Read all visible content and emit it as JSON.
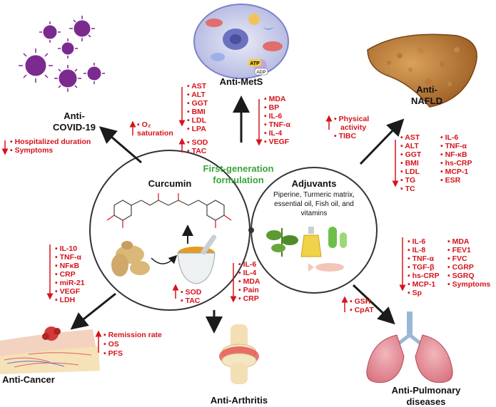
{
  "center": {
    "title_line1": "First-generation",
    "title_line2": "formulation",
    "left_title": "Curcumin",
    "right_title": "Adjuvants",
    "right_desc": [
      "Piperine, Turmeric matrix,",
      "essential oil,  Fish oil, and",
      "vitamins"
    ]
  },
  "outcomes": {
    "metS": "Anti-MetS",
    "nafld": [
      "Anti-",
      "NAFLD"
    ],
    "covid": [
      "Anti-",
      "COVID-19"
    ],
    "cancer": "Anti-Cancer",
    "arthritis": "Anti-Arthritis",
    "pulmonary": [
      "Anti-Pulmonary",
      "diseases"
    ]
  },
  "markers": {
    "mets_down": [
      "AST",
      "ALT",
      "GGT",
      "BMI",
      "LDL",
      "LPA"
    ],
    "mets_up": [
      "SOD",
      "TAC"
    ],
    "mets_down2": [
      "MDA",
      "BP",
      "IL-6",
      "TNF-α",
      "IL-4",
      "VEGF"
    ],
    "nafld_up": [
      "Physical",
      "activity",
      "TIBC"
    ],
    "nafld_down_col1": [
      "AST",
      "ALT",
      "GGT",
      "BMI",
      "LDL",
      "TG",
      "TC"
    ],
    "nafld_down_col2": [
      "IL-6",
      "TNF-α",
      "NF-κB",
      "hs-CRP",
      "MCP-1",
      "ESR"
    ],
    "covid_up": [
      "O₂",
      "saturation"
    ],
    "covid_down": [
      "Hospitalized duration",
      "Symptoms"
    ],
    "cancer_down": [
      "IL-10",
      "TNF-α",
      "NFκB",
      "CRP",
      "miR-21",
      "VEGF",
      "LDH"
    ],
    "cancer_up": [
      "Remission rate",
      "OS",
      "PFS"
    ],
    "arthritis_up": [
      "SOD",
      "TAC"
    ],
    "arthritis_down": [
      "IL-6",
      "IL-4",
      "MDA",
      "Pain",
      "CRP"
    ],
    "pulm_down_col1": [
      "IL-6",
      "IL-8",
      "TNF-α",
      "TGF-β",
      "hs-CRP",
      "MCP-1",
      "Sp"
    ],
    "pulm_down_col2": [
      "MDA",
      "FEV1",
      "FVC",
      "CGRP",
      "SGRQ",
      "Symptoms"
    ],
    "pulm_up": [
      "GSH",
      "CpAT"
    ]
  },
  "cell_labels": {
    "atp": "ATP",
    "adp": "ADP"
  },
  "colors": {
    "marker_red": "#d4141c",
    "title_green": "#3aa53a",
    "arrow": "#1b1b1b",
    "virus": "#7b2a8f"
  }
}
